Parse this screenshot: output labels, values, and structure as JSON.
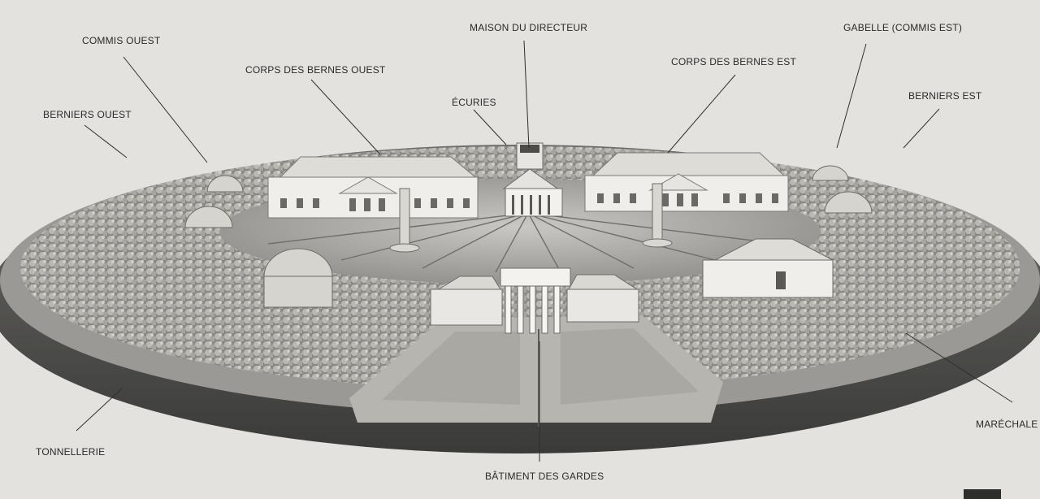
{
  "labels": {
    "commis_ouest": "COMMIS OUEST",
    "maison_du_directeur": "MAISON DU DIRECTEUR",
    "gabelle": "GABELLE (COMMIS EST)",
    "corps_des_bernes_ouest": "CORPS DES BERNES OUEST",
    "corps_des_bernes_est": "CORPS DES BERNES EST",
    "ecuries": "ÉCURIES",
    "berniers_ouest": "BERNIERS OUEST",
    "berniers_est": "BERNIERS EST",
    "tonnellerie": "TONNELLERIE",
    "marechalerie": "MARÉCHALE",
    "batiment_des_gardes": "BÂTIMENT DES GARDES"
  }
}
